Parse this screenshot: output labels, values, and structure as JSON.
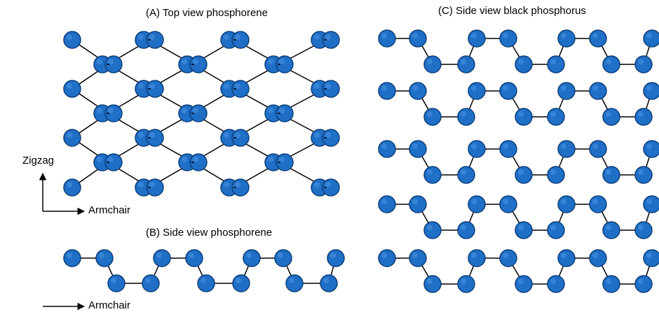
{
  "panels": {
    "top_view": {
      "title": "(A) Top view phosphorene"
    },
    "side_view": {
      "title": "(B) Side view phosphorene"
    },
    "black_phosphorus": {
      "title": "(C) Side view black phosphorus"
    }
  },
  "axes": {
    "zigzag_label": "Zigzag",
    "armchair_label": "Armchair",
    "armchair_label_side": "Armchair"
  },
  "colors": {
    "atom_fill": "#1f6fc7",
    "atom_stroke": "#0d3f7a",
    "atom_highlight": "#4a93e0",
    "bond": "#000000"
  }
}
